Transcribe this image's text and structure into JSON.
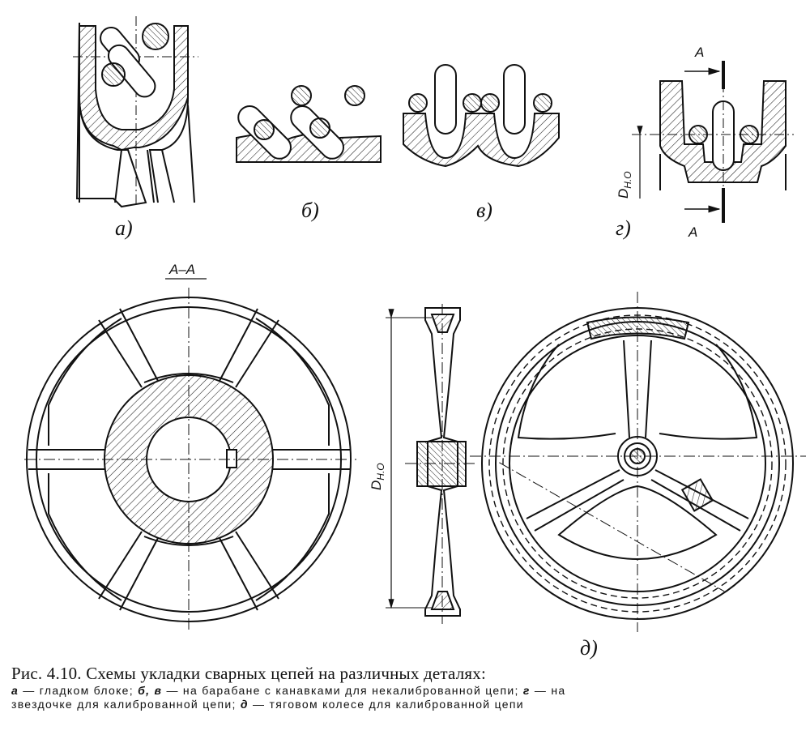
{
  "figure": {
    "labels": {
      "a": "a)",
      "b": "б)",
      "v": "в)",
      "g": "г)",
      "d": "д)"
    },
    "section_mark": "A",
    "section_title": "A–A",
    "dimension_symbol": "D",
    "dimension_subscript": "H.O"
  },
  "caption": {
    "title": "Рис. 4.10. Схемы укладки сварных цепей на различных деталях:",
    "legend": [
      {
        "key": "а",
        "text": " — гладком блоке; "
      },
      {
        "key": "б, в",
        "text": " — на барабане с канавками для некалиброванной цепи; "
      },
      {
        "key": "г",
        "text": " — на"
      },
      {
        "key": "",
        "text": "звездочке для калиброванной цепи; "
      },
      {
        "key": "д",
        "text": " — тяговом колесе для калиброванной цепи"
      }
    ]
  }
}
